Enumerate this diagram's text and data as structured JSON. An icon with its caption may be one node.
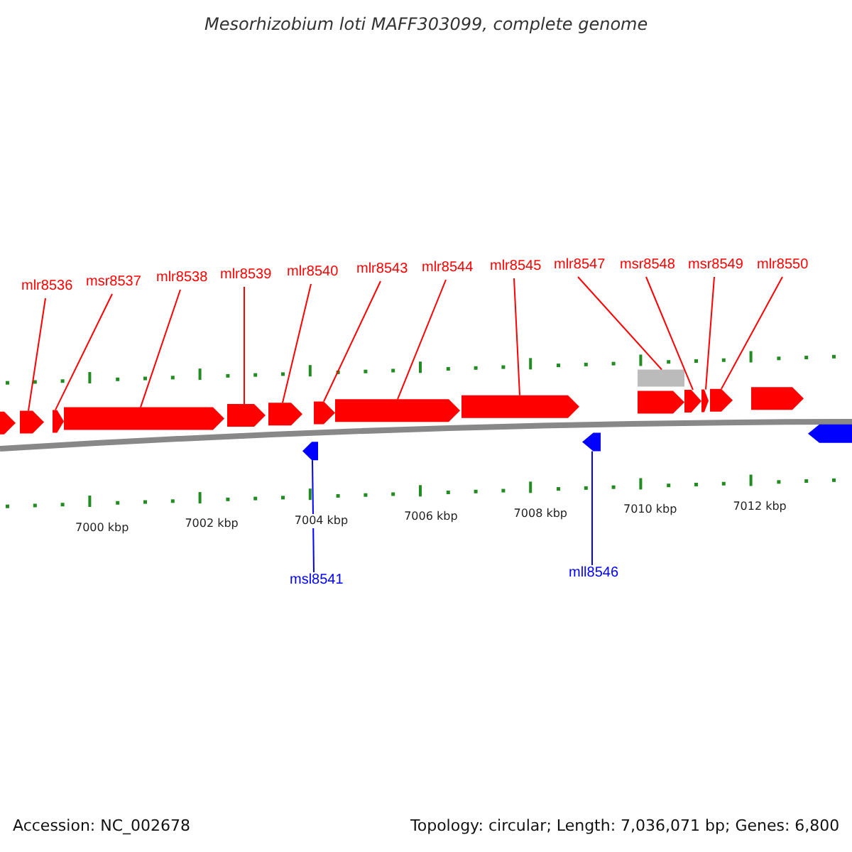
{
  "diagram": {
    "title": "Mesorhizobium loti MAFF303099, complete genome",
    "nodes": [
      {
        "text": [
          "mlr8536"
        ]
      },
      {
        "text": [
          "msr8537"
        ]
      },
      {
        "text": [
          "mlr8538"
        ]
      },
      {
        "text": [
          "mlr8539"
        ]
      },
      {
        "text": [
          "mlr8540"
        ]
      },
      {
        "text": [
          "mlr8543"
        ]
      },
      {
        "text": [
          "mlr8544"
        ]
      },
      {
        "text": [
          "mlr8545"
        ]
      },
      {
        "text": [
          "mlr8547"
        ]
      },
      {
        "text": [
          "msr8548"
        ]
      },
      {
        "text": [
          "msr8549"
        ]
      },
      {
        "text": [
          "mlr8550"
        ]
      },
      {
        "text": [
          "msl8541"
        ]
      },
      {
        "text": [
          "mll8546"
        ]
      },
      {
        "text": [],
        "shape": "arrow"
      },
      {
        "text": [],
        "shape": "arrow"
      },
      {
        "text": [],
        "shape": "arrow"
      },
      {
        "text": [],
        "shape": "arrow"
      },
      {
        "text": [],
        "shape": "arrow"
      },
      {
        "text": [],
        "shape": "arrow"
      },
      {
        "text": [],
        "shape": "arrow"
      },
      {
        "text": [],
        "shape": "arrow"
      },
      {
        "text": [],
        "shape": "arrow"
      },
      {
        "text": [],
        "shape": "bar"
      },
      {
        "text": [],
        "shape": "arrow"
      },
      {
        "text": [],
        "shape": "arrow"
      },
      {
        "text": [],
        "shape": "arrow"
      },
      {
        "text": [],
        "shape": "arrow"
      },
      {
        "text": [],
        "shape": "arrow"
      },
      {
        "text": [],
        "shape": "arrow"
      },
      {
        "text": [],
        "shape": "arrow"
      },
      {
        "text": [],
        "shape": "arrow"
      }
    ],
    "edges": [
      {
        "from": 0,
        "to": 15,
        "arrow": "none"
      },
      {
        "from": 1,
        "to": 16,
        "arrow": "none"
      },
      {
        "from": 2,
        "to": 17,
        "arrow": "none"
      },
      {
        "from": 3,
        "to": 18,
        "arrow": "none"
      },
      {
        "from": 4,
        "to": 19,
        "arrow": "none"
      },
      {
        "from": 5,
        "to": 21,
        "arrow": "none"
      },
      {
        "from": 6,
        "to": 22,
        "arrow": "none"
      },
      {
        "from": 7,
        "to": 24,
        "arrow": "none"
      },
      {
        "from": 8,
        "to": 23,
        "arrow": "none"
      },
      {
        "from": 9,
        "to": 27,
        "arrow": "none"
      },
      {
        "from": 10,
        "to": 28,
        "arrow": "none"
      },
      {
        "from": 11,
        "to": 29,
        "arrow": "none"
      },
      {
        "from": 12,
        "to": 20,
        "arrow": "none",
        "color": "#0000ff"
      },
      {
        "from": 13,
        "to": 26,
        "arrow": "none",
        "color": "#0000ff"
      }
    ],
    "labels": [
      "7000 kbp",
      "7002 kbp",
      "7004 kbp",
      "7006 kbp",
      "7008 kbp",
      "7010 kbp",
      "7012 kbp",
      "Accession: NC_002678",
      "Topology: circular; Length: 7,036,071 bp; Genes: 6,800"
    ]
  }
}
